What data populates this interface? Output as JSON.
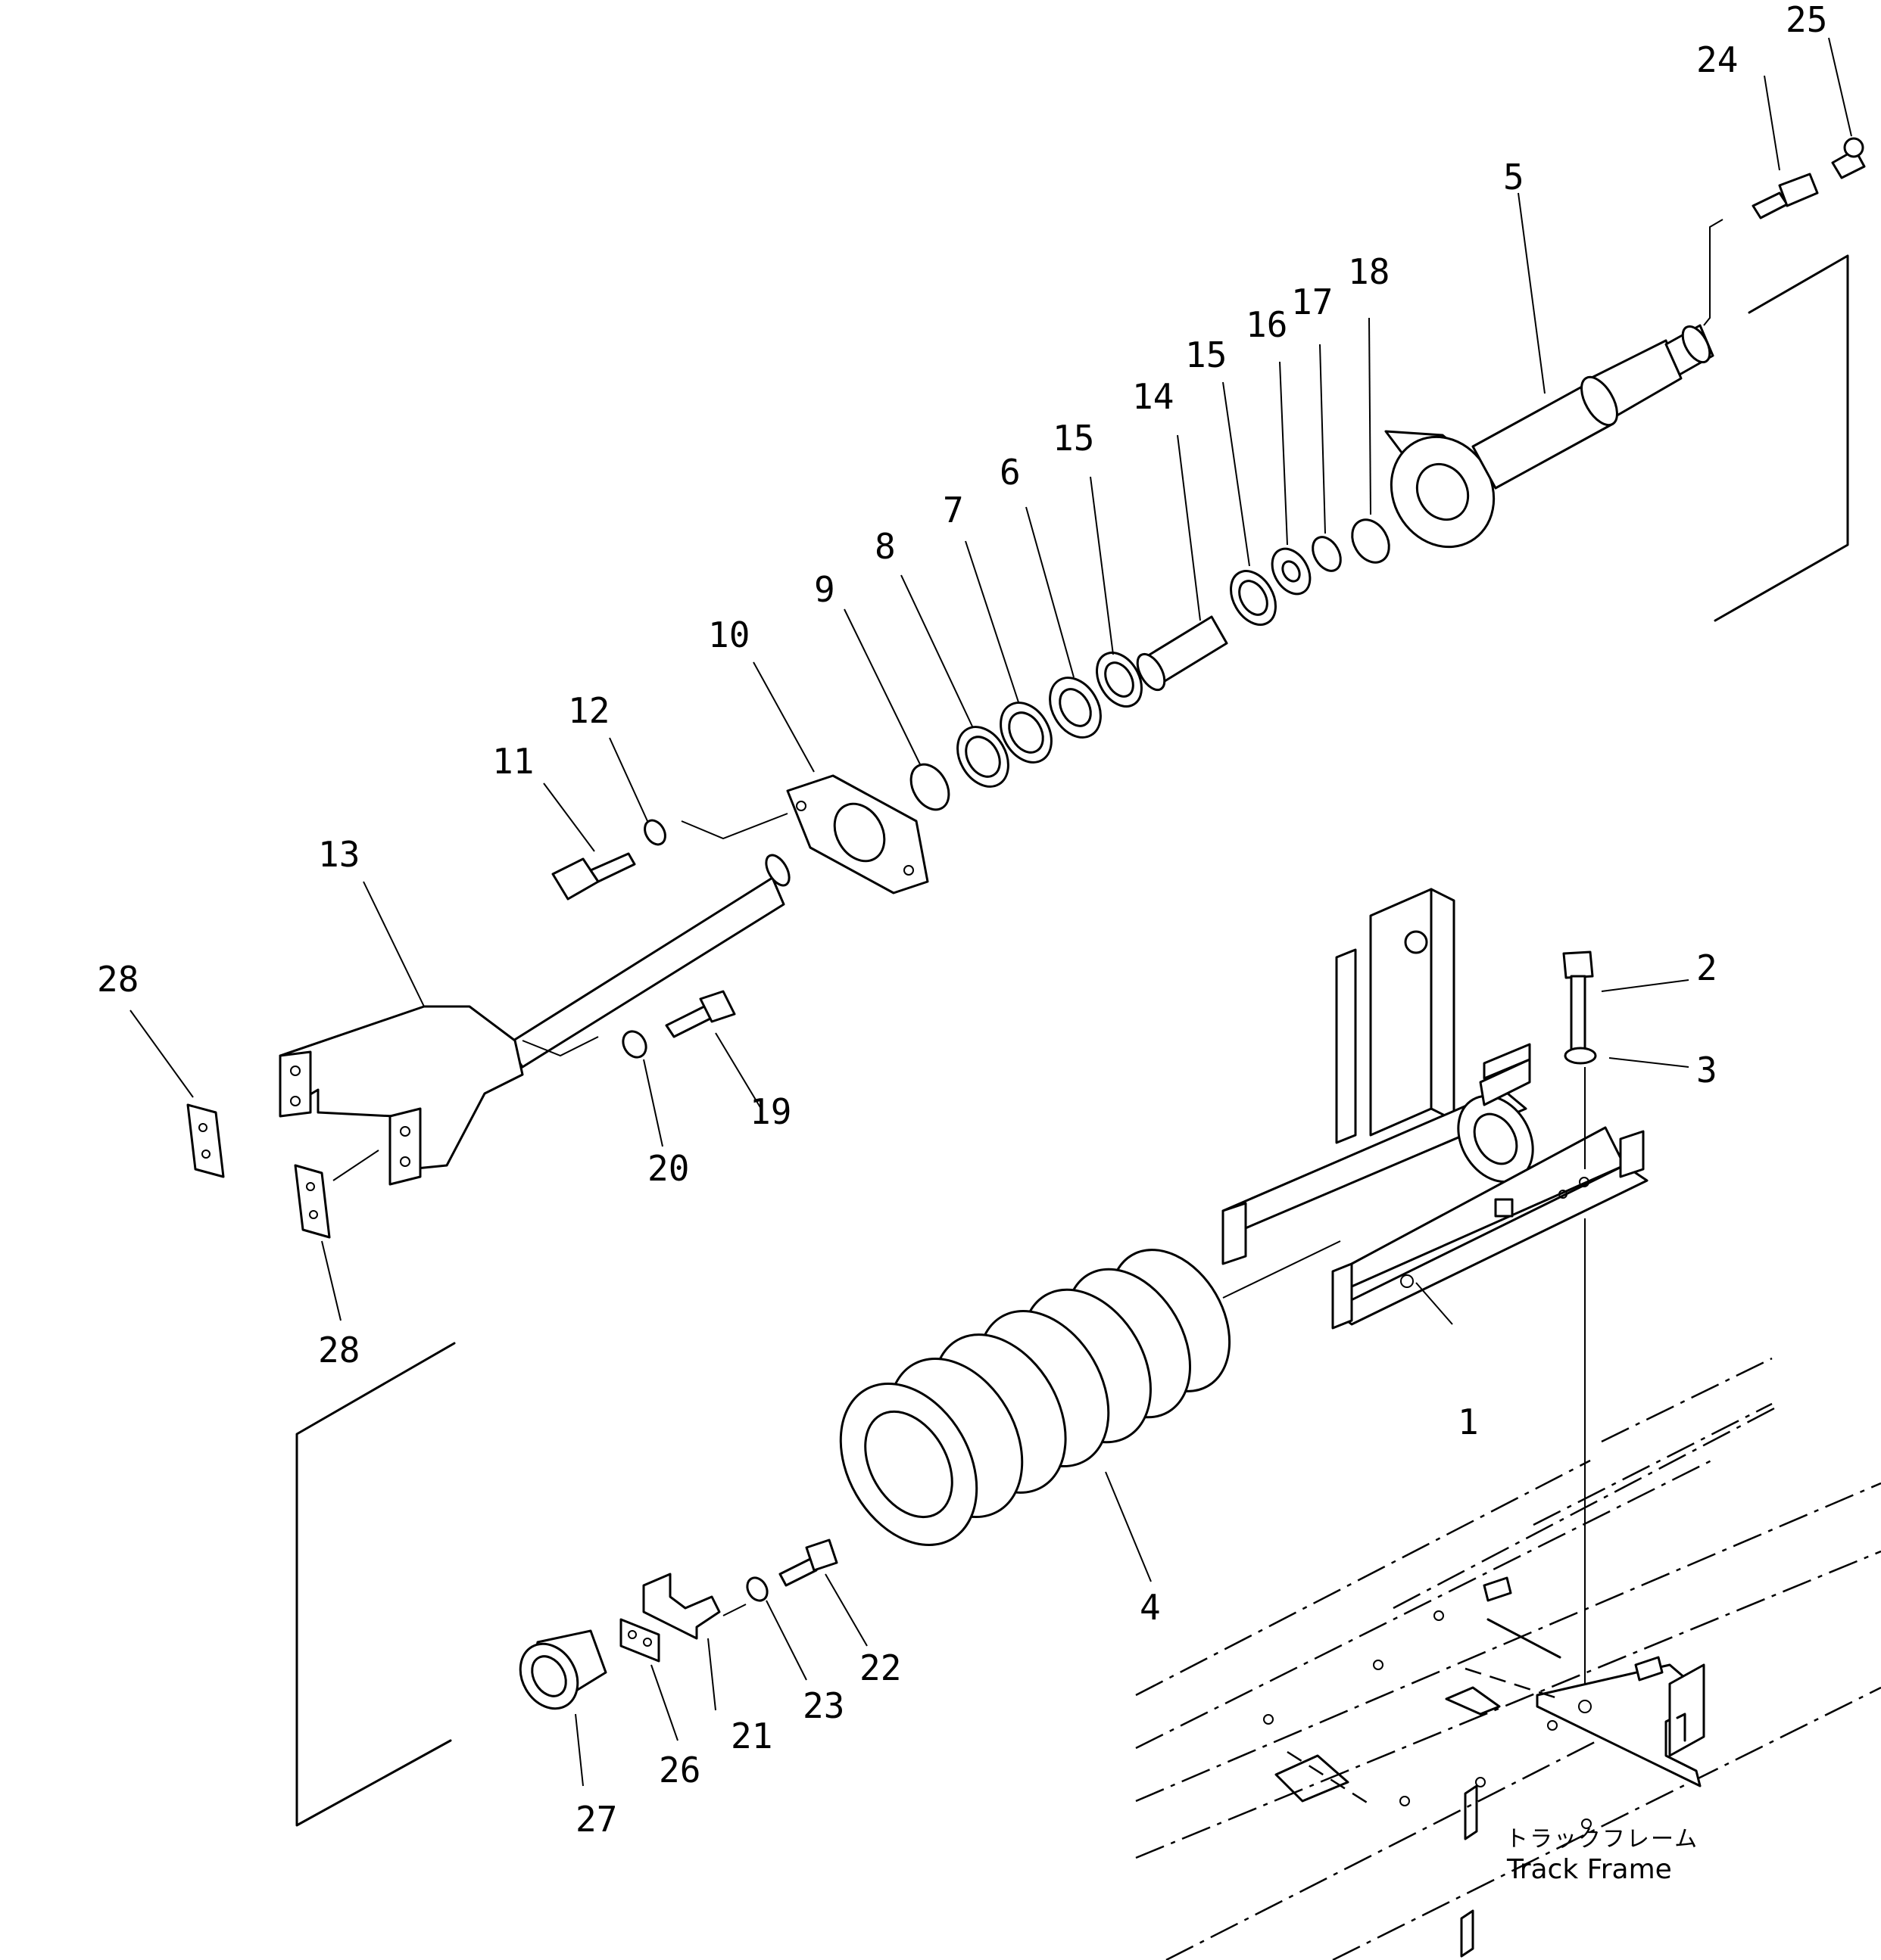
{
  "callouts": [
    {
      "id": "1",
      "text": "1"
    },
    {
      "id": "2",
      "text": "2"
    },
    {
      "id": "3",
      "text": "3"
    },
    {
      "id": "4",
      "text": "4"
    },
    {
      "id": "5",
      "text": "5"
    },
    {
      "id": "6",
      "text": "6"
    },
    {
      "id": "7",
      "text": "7"
    },
    {
      "id": "8",
      "text": "8"
    },
    {
      "id": "9",
      "text": "9"
    },
    {
      "id": "10",
      "text": "10"
    },
    {
      "id": "11",
      "text": "11"
    },
    {
      "id": "12",
      "text": "12"
    },
    {
      "id": "13",
      "text": "13"
    },
    {
      "id": "14",
      "text": "14"
    },
    {
      "id": "15a",
      "text": "15"
    },
    {
      "id": "15b",
      "text": "15"
    },
    {
      "id": "16",
      "text": "16"
    },
    {
      "id": "17",
      "text": "17"
    },
    {
      "id": "18",
      "text": "18"
    },
    {
      "id": "19",
      "text": "19"
    },
    {
      "id": "20",
      "text": "20"
    },
    {
      "id": "21",
      "text": "21"
    },
    {
      "id": "22",
      "text": "22"
    },
    {
      "id": "23",
      "text": "23"
    },
    {
      "id": "24",
      "text": "24"
    },
    {
      "id": "25",
      "text": "25"
    },
    {
      "id": "26",
      "text": "26"
    },
    {
      "id": "27",
      "text": "27"
    },
    {
      "id": "28a",
      "text": "28"
    },
    {
      "id": "28b",
      "text": "28"
    }
  ],
  "track_frame_note": {
    "japanese": "トラックフレーム",
    "english": "Track Frame"
  }
}
